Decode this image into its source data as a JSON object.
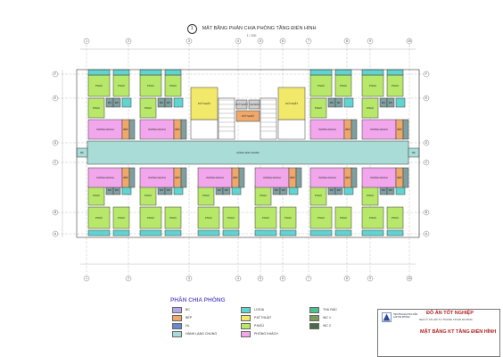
{
  "drawing": {
    "number": "1",
    "title": "MẶT BẰNG PHÂN CHIA PHÒNG TẦNG ĐIỂN HÌNH",
    "scale": "1 / 300"
  },
  "grid": {
    "columns": [
      "1",
      "2",
      "3",
      "4",
      "5",
      "6",
      "7",
      "8",
      "9",
      "10"
    ],
    "rows": [
      "F",
      "E",
      "D",
      "C",
      "B",
      "A"
    ]
  },
  "legend": {
    "heading": "PHÂN CHIA PHÒNG",
    "items": [
      {
        "label": "BC",
        "color": "#b0a8e8"
      },
      {
        "label": "LOGIA",
        "color": "#5fd4d0"
      },
      {
        "label": "THU RÁC",
        "color": "#4fbf8f"
      },
      {
        "label": "BẾP",
        "color": "#f0a86a"
      },
      {
        "label": "P.KĨ THUẬT",
        "color": "#f2e86a"
      },
      {
        "label": "WC 1",
        "color": "#7a9c5a"
      },
      {
        "label": "HL",
        "color": "#6a8ad0"
      },
      {
        "label": "P.NGỦ",
        "color": "#b8e86a"
      },
      {
        "label": "WC 2",
        "color": "#4a6a4a"
      },
      {
        "label": "HÀNH LANG CHUNG",
        "color": "#a9dcd6"
      },
      {
        "label": "PHÒNG KHÁCH",
        "color": "#f2a6ec"
      }
    ]
  },
  "rooms": {
    "bedroom": "P.NGỦ",
    "living": "PHÒNG KHÁCH",
    "wc": "WC",
    "kitchen": "BẾP",
    "corridor": "HÀNH LANG CHUNG",
    "technical": "P.KĨ THUẬT",
    "garbage": "THU RÁC",
    "bc": "BC"
  },
  "title_block": {
    "project": "ĐỒ ÁN TỐT NGHIỆP",
    "school": "TRƯỜNG ĐẠI HỌC DÂN LẬP HẢI PHÒNG",
    "students": "NHÀ Ở XÃ HỘI TỰ TRANG TP.HẢI DƯƠNG",
    "drawing_name": "MẶT BẰNG KT TẦNG ĐIỂN HÌNH"
  },
  "colors": {
    "bedroom": "#b8e86a",
    "living": "#f2a6ec",
    "corridor": "#a9dcd6",
    "wc": "#7fa0a0",
    "kitchen": "#f0a86a",
    "logia": "#5fd4d0",
    "grid": "#9a9a9a",
    "wall": "#3a3a3a"
  }
}
